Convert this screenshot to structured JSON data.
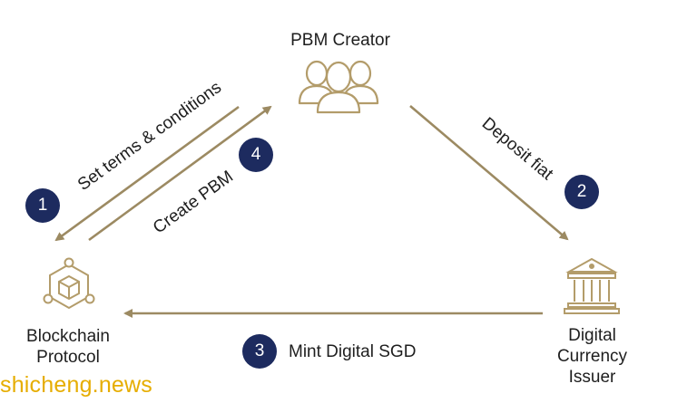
{
  "nodes": {
    "creator": "PBM Creator",
    "blockchain_line1": "Blockchain",
    "blockchain_line2": "Protocol",
    "issuer_line1": "Digital",
    "issuer_line2": "Currency",
    "issuer_line3": "Issuer"
  },
  "steps": [
    {
      "number": "1",
      "label": "Set terms & conditions"
    },
    {
      "number": "2",
      "label": "Deposit fiat"
    },
    {
      "number": "3",
      "label": "Mint Digital SGD"
    },
    {
      "number": "4",
      "label": "Create PBM"
    }
  ],
  "watermark": "shicheng.news",
  "colors": {
    "arrow": "#9c8a62",
    "badge": "#1d2b5f",
    "icon": "#b39c6a",
    "watermark": "#e6ad00"
  }
}
